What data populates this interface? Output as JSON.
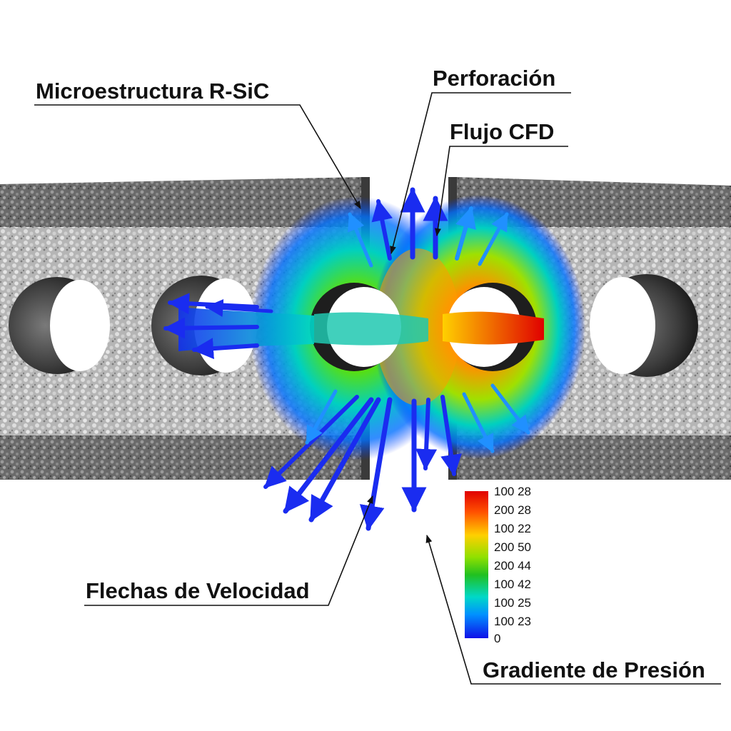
{
  "labels": {
    "microstructure": "Microestructura R-SiC",
    "perforation": "Perforación",
    "cfd_flow": "Flujo CFD",
    "velocity_arrows": "Flechas de Velocidad",
    "pressure_gradient": "Gradiente de Presión"
  },
  "legend": {
    "ticks": [
      "100 28",
      "200 28",
      "100 22",
      "200 50",
      "200 44",
      "100 42",
      "100 25",
      "100 23",
      "0"
    ]
  },
  "colors": {
    "high": "#e00000",
    "mid": "#20c020",
    "low": "#1010e8",
    "material_dark": "#5a5a5a",
    "material_light": "#c8c8c8"
  }
}
